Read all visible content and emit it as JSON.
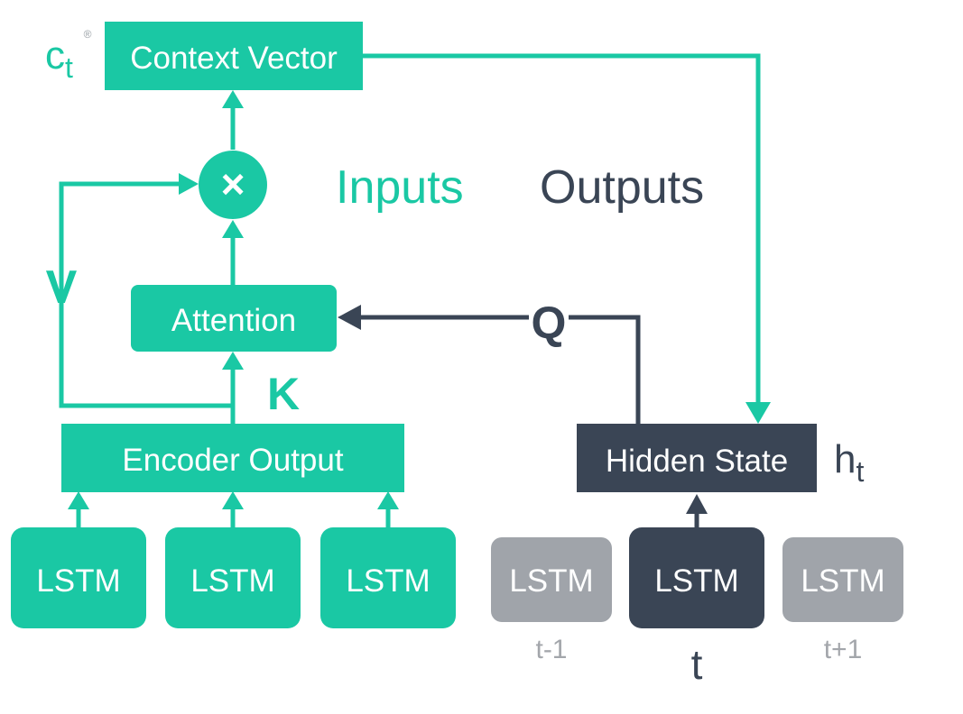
{
  "colors": {
    "teal": "#1ac8a4",
    "dark": "#3a4555",
    "gray": "#a0a4aa",
    "gray_text": "#a3a6ab",
    "white": "#ffffff"
  },
  "context_vector": {
    "label": "Context Vector",
    "symbol": "c",
    "subscript": "t"
  },
  "multiply": {
    "symbol": "×"
  },
  "attention": {
    "label": "Attention"
  },
  "encoder_output": {
    "label": "Encoder Output"
  },
  "hidden_state": {
    "label": "Hidden State",
    "symbol": "h",
    "subscript": "t"
  },
  "legend": {
    "inputs": "Inputs",
    "outputs": "Outputs"
  },
  "edge_labels": {
    "v": "V",
    "k": "K",
    "q": "Q"
  },
  "encoder_cells": [
    {
      "label": "LSTM"
    },
    {
      "label": "LSTM"
    },
    {
      "label": "LSTM"
    }
  ],
  "decoder_cells": [
    {
      "label": "LSTM",
      "time": "t-1",
      "state": "inactive"
    },
    {
      "label": "LSTM",
      "time": "t",
      "state": "active"
    },
    {
      "label": "LSTM",
      "time": "t+1",
      "state": "inactive"
    }
  ],
  "watermark": {
    "symbol": "®"
  }
}
